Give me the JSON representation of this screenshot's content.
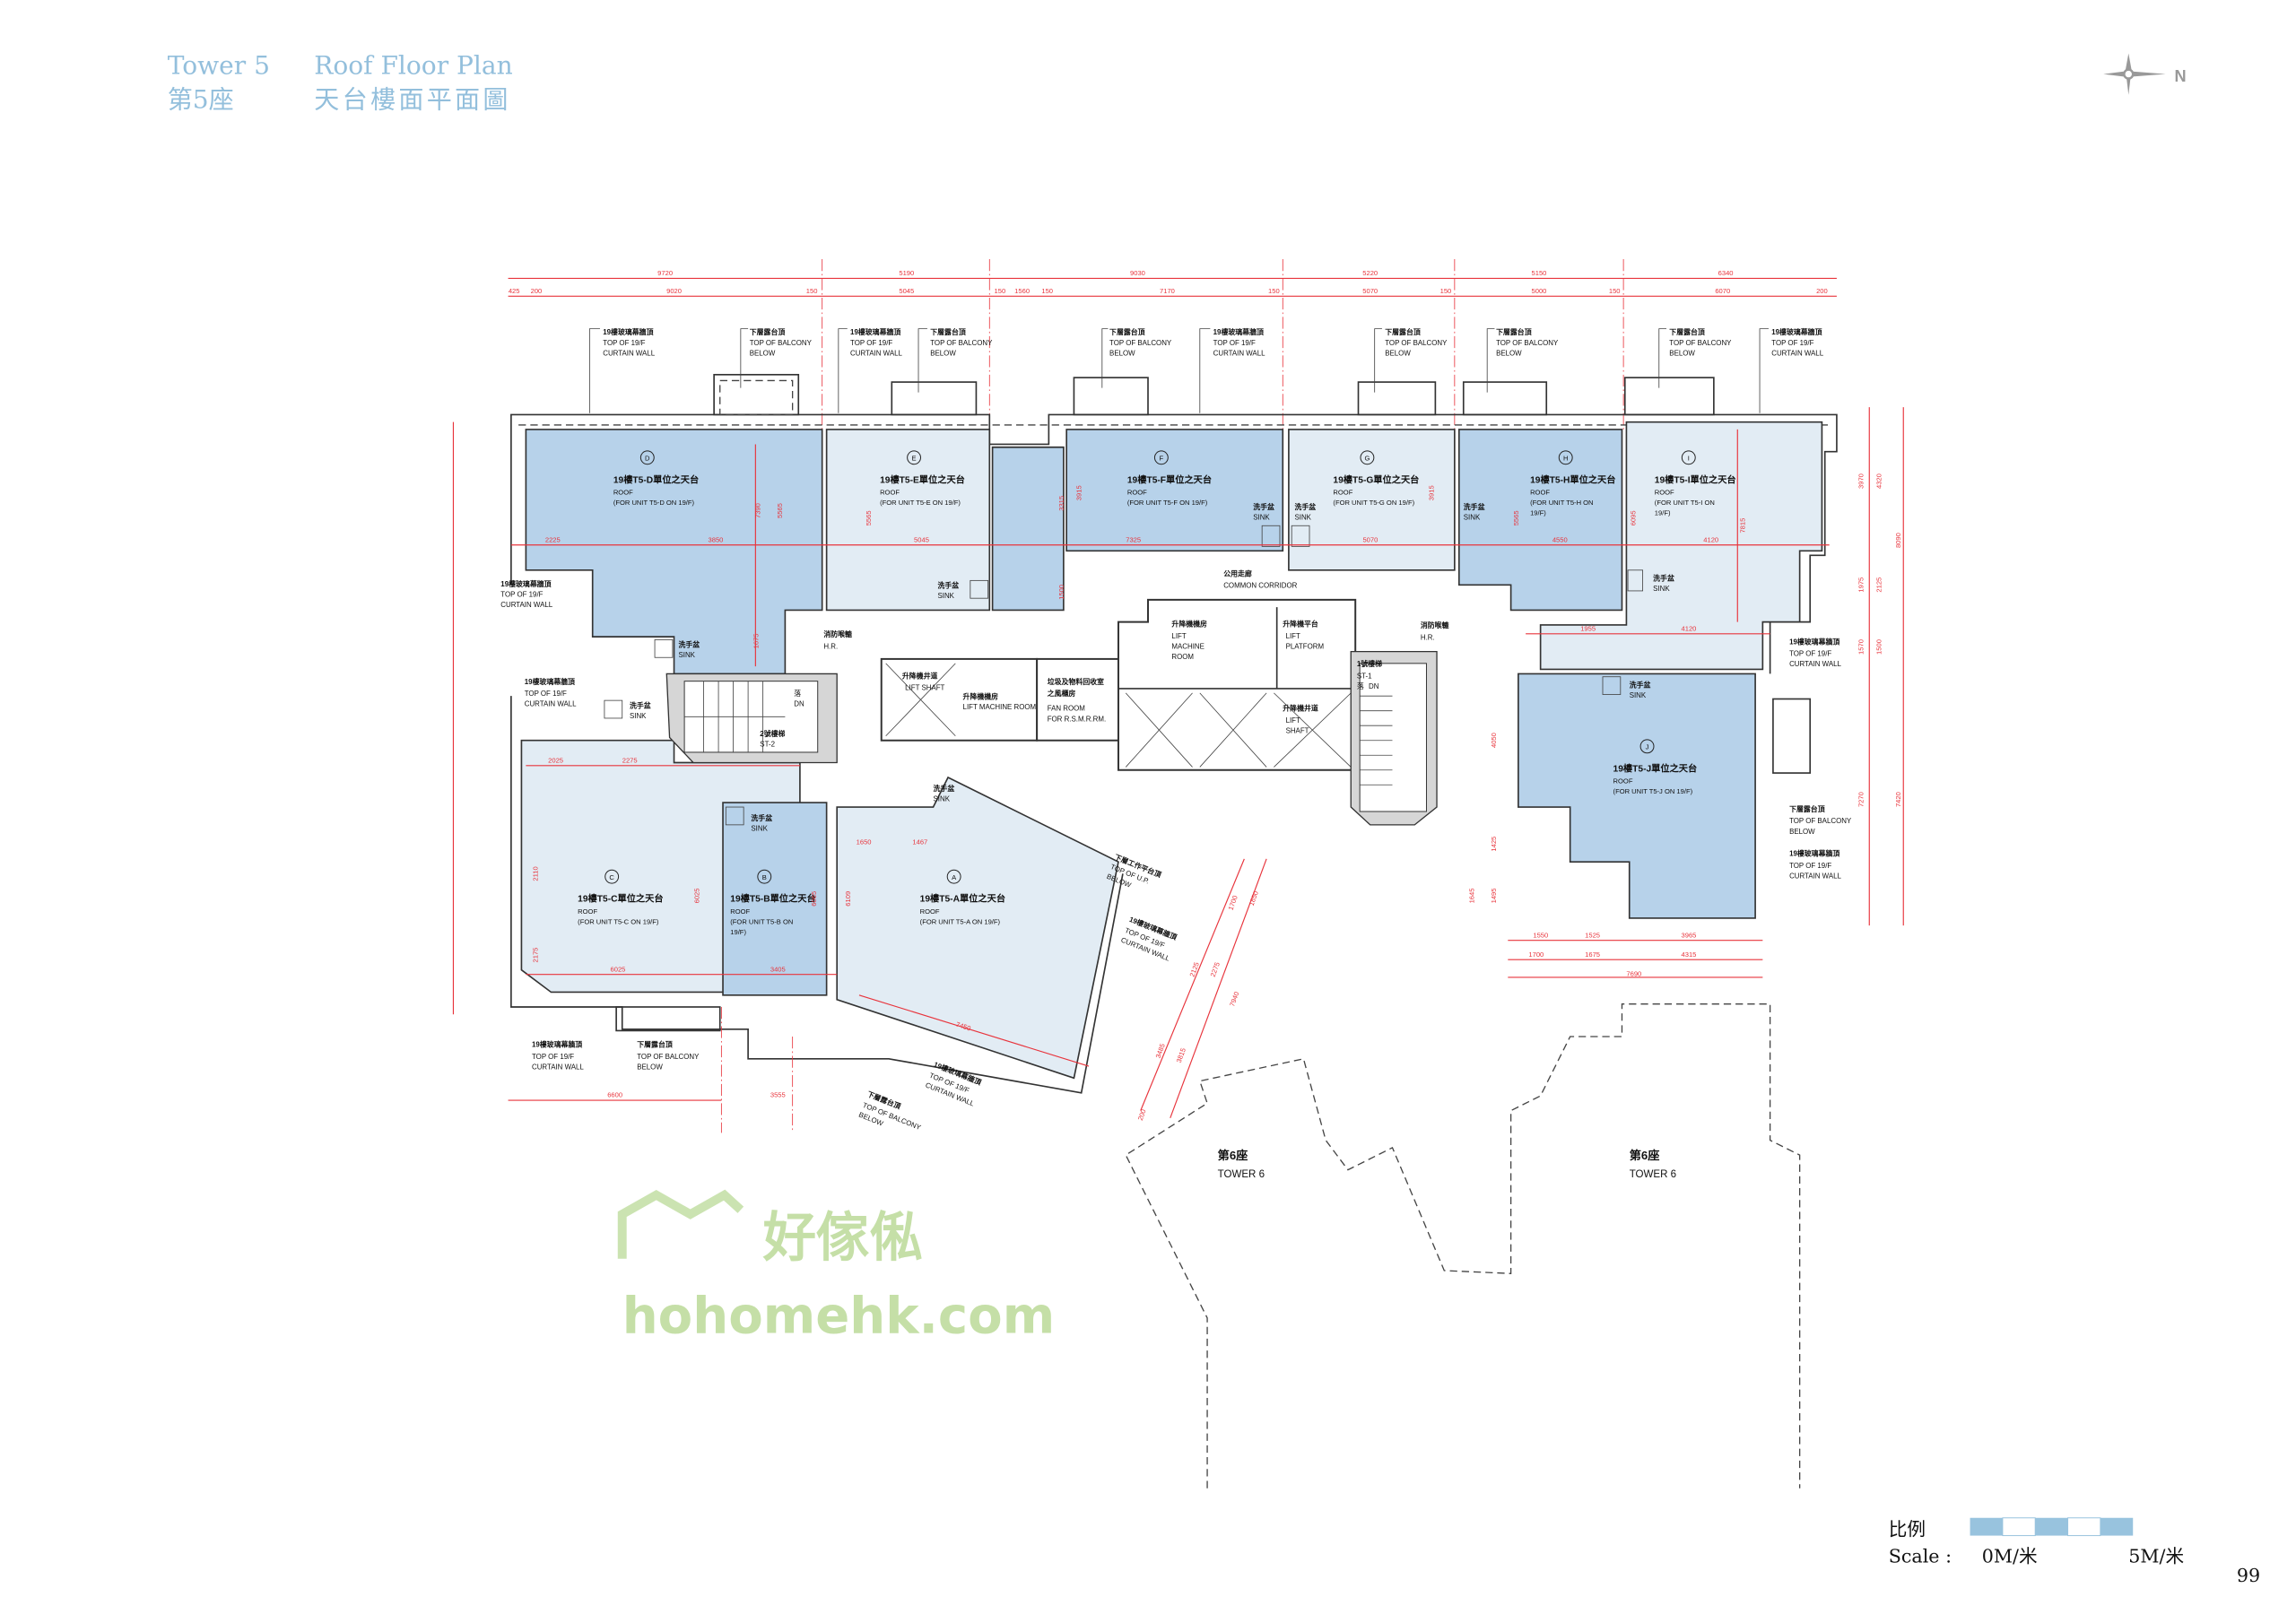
{
  "header": {
    "tower_en": "Tower 5",
    "tower_zh": "第5座",
    "title_en": "Roof Floor Plan",
    "title_zh": "天台樓面平面圖"
  },
  "compass": {
    "label": "N",
    "icon": "north-arrow-icon"
  },
  "units": [
    {
      "code": "D",
      "zh": "19樓T5-D單位之天台",
      "en1": "ROOF",
      "en2": "(FOR UNIT T5-D ON 19/F)",
      "en3": ""
    },
    {
      "code": "E",
      "zh": "19樓T5-E單位之天台",
      "en1": "ROOF",
      "en2": "(FOR UNIT T5-E ON 19/F)",
      "en3": ""
    },
    {
      "code": "F",
      "zh": "19樓T5-F單位之天台",
      "en1": "ROOF",
      "en2": "(FOR UNIT T5-F ON 19/F)",
      "en3": ""
    },
    {
      "code": "G",
      "zh": "19樓T5-G單位之天台",
      "en1": "ROOF",
      "en2": "(FOR UNIT T5-G ON 19/F)",
      "en3": ""
    },
    {
      "code": "H",
      "zh": "19樓T5-H單位之天台",
      "en1": "ROOF",
      "en2": "(FOR UNIT T5-H ON",
      "en3": "19/F)"
    },
    {
      "code": "I",
      "zh": "19樓T5-I單位之天台",
      "en1": "ROOF",
      "en2": "(FOR UNIT T5-I ON",
      "en3": "19/F)"
    },
    {
      "code": "J",
      "zh": "19樓T5-J單位之天台",
      "en1": "ROOF",
      "en2": "(FOR UNIT T5-J ON 19/F)",
      "en3": ""
    },
    {
      "code": "C",
      "zh": "19樓T5-C單位之天台",
      "en1": "ROOF",
      "en2": "(FOR UNIT T5-C ON 19/F)",
      "en3": ""
    },
    {
      "code": "B",
      "zh": "19樓T5-B單位之天台",
      "en1": "ROOF",
      "en2": "(FOR UNIT T5-B ON",
      "en3": "19/F)"
    },
    {
      "code": "A",
      "zh": "19樓T5-A單位之天台",
      "en1": "ROOF",
      "en2": "(FOR UNIT T5-A ON 19/F)",
      "en3": ""
    }
  ],
  "callouts": {
    "curtain_wall": {
      "zh": "19樓玻璃幕牆頂",
      "en1": "TOP OF 19/F",
      "en2": "CURTAIN WALL"
    },
    "balcony": {
      "zh": "下層露台頂",
      "en1": "TOP OF BALCONY",
      "en2": "BELOW"
    },
    "up": {
      "zh": "下層工作平台頂",
      "en1": "TOP OF U.P.",
      "en2": "BELOW"
    },
    "sink": {
      "zh": "洗手盆",
      "en": "SINK"
    },
    "hose_reel": {
      "zh": "消防喉轆",
      "en": "H.R."
    }
  },
  "rooms": {
    "corridor": {
      "zh": "公用走廊",
      "en": "COMMON CORRIDOR"
    },
    "lift_machine_room": {
      "zh": "升降機機房",
      "en1": "LIFT",
      "en2": "MACHINE",
      "en3": "ROOM"
    },
    "lift_platform": {
      "zh": "升降機平台",
      "en1": "LIFT",
      "en2": "PLATFORM"
    },
    "lift_shaft": {
      "zh": "升降機井道",
      "en": "LIFT SHAFT",
      "en1": "LIFT",
      "en2": "SHAFT"
    },
    "lift_machine_room_small": {
      "zh": "升降機機房",
      "en": "LIFT MACHINE ROOM"
    },
    "fan_room": {
      "zh1": "垃圾及物料回收室",
      "zh2": "之風櫃房",
      "en1": "FAN ROOM",
      "en2": "FOR R.S.M.R.RM."
    },
    "stair1": {
      "zh": "1號樓梯",
      "en": "ST-1",
      "dn_zh": "落",
      "dn_en": "DN"
    },
    "stair2": {
      "zh": "2號樓梯",
      "en": "ST-2",
      "dn_zh": "落",
      "dn_en": "DN"
    },
    "tower6": {
      "zh": "第6座",
      "en": "TOWER 6"
    }
  },
  "dimensions": {
    "top_overall": [
      "9720",
      "5190",
      "9030",
      "5220",
      "5150",
      "6340"
    ],
    "top_detail": [
      "425",
      "200",
      "9020",
      "150",
      "5045",
      "150",
      "1560",
      "150",
      "7170",
      "150",
      "5070",
      "150",
      "5000",
      "150",
      "6070",
      "200"
    ],
    "bottom_left": [
      "6600",
      "3555"
    ],
    "bottom_right": [
      "1550",
      "1525",
      "3965",
      "1700",
      "1675",
      "4315",
      "7690"
    ],
    "interior": [
      "7390",
      "5565",
      "5565",
      "3315",
      "3915",
      "3915",
      "5565",
      "6095",
      "7815",
      "4550",
      "4120",
      "4120",
      "1955",
      "7325",
      "5070",
      "5045",
      "3850",
      "2225",
      "6025",
      "3405",
      "6065",
      "6025",
      "6109",
      "7450",
      "1650",
      "1467",
      "2025",
      "2275",
      "1675",
      "1500",
      "2110",
      "2175"
    ],
    "right_side": [
      "3970",
      "4320",
      "8090",
      "1975",
      "2125",
      "1570",
      "1500",
      "7270",
      "7420",
      "4050",
      "1425",
      "1495",
      "1645"
    ],
    "diagonal": [
      "1700",
      "1850",
      "2125",
      "2275",
      "7940",
      "3485",
      "3815",
      "200"
    ]
  },
  "watermark": {
    "zh": "好傢俬",
    "en": "hohomehk.com"
  },
  "scale": {
    "zh": "比例",
    "label": "Scale :",
    "start": "0M/米",
    "end": "5M/米"
  },
  "page_number": "99",
  "colors": {
    "header": "#93bfdc",
    "roof_dark": "#b7d2ea",
    "roof_light": "#e2ecf4",
    "dimension": "#e8343c",
    "scale_bar": "#98c3de"
  }
}
